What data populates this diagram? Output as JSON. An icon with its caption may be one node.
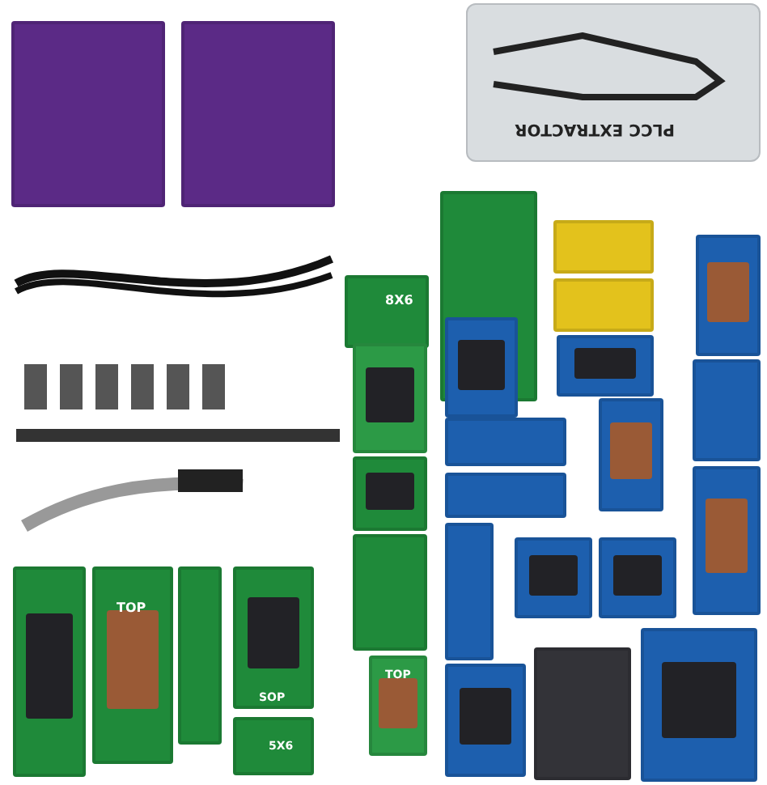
{
  "diagram": {
    "labels": [
      "PLCC EXTRACTOR",
      "TOP",
      "SOP",
      "8X6",
      "5X6",
      "TOP"
    ]
  }
}
